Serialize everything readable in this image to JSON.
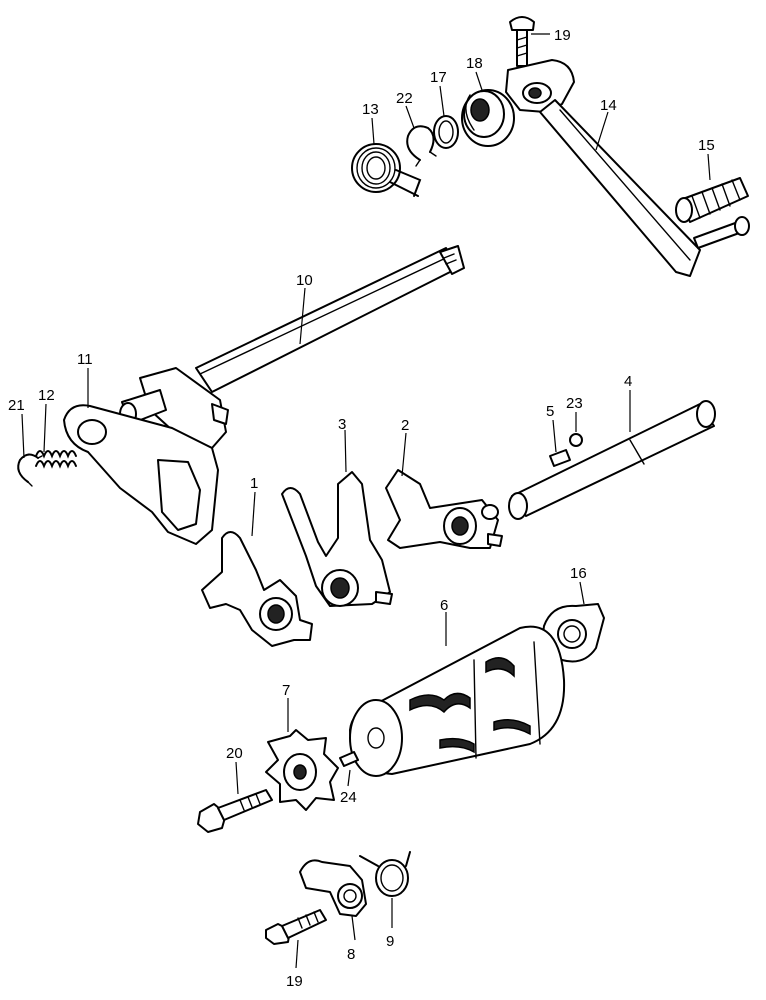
{
  "diagram": {
    "callouts": {
      "c1": "1",
      "c2": "2",
      "c3": "3",
      "c4": "4",
      "c5": "5",
      "c6": "6",
      "c7": "7",
      "c8": "8",
      "c9": "9",
      "c10": "10",
      "c11": "11",
      "c12": "12",
      "c13": "13",
      "c14": "14",
      "c15": "15",
      "c16": "16",
      "c17": "17",
      "c18": "18",
      "c19a": "19",
      "c19b": "19",
      "c20": "20",
      "c21": "21",
      "c22": "22",
      "c23": "23",
      "c24": "24"
    }
  }
}
